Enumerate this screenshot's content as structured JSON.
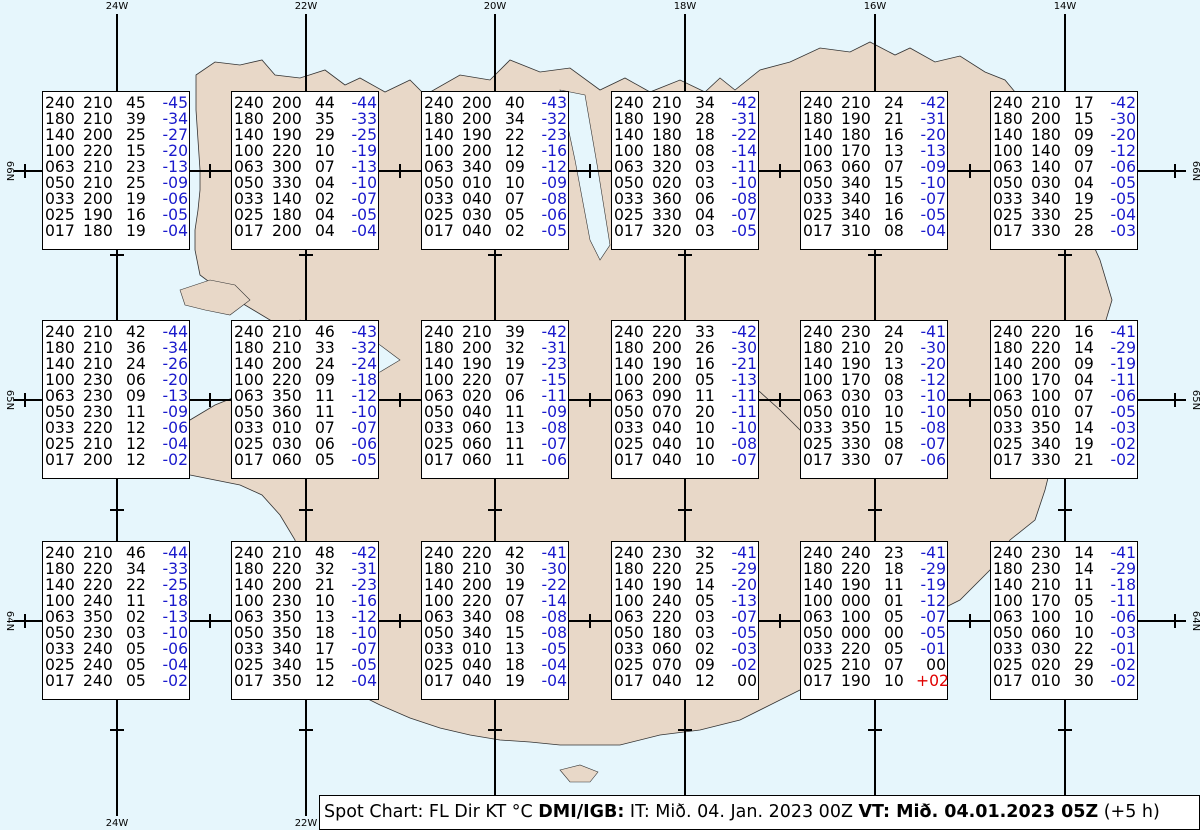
{
  "chart_data": {
    "type": "table",
    "title": "Spot Chart",
    "columns": [
      "FL",
      "Dir",
      "KT",
      "°C"
    ],
    "longitude_labels": [
      "24W",
      "22W",
      "20W",
      "18W",
      "16W",
      "14W"
    ],
    "latitude_labels": [
      "66N",
      "65N",
      "64N"
    ],
    "spots": [
      {
        "lat": "66N",
        "lon": "24W",
        "rows": [
          [
            "240",
            "210",
            "45",
            "-45"
          ],
          [
            "180",
            "210",
            "39",
            "-34"
          ],
          [
            "140",
            "200",
            "25",
            "-27"
          ],
          [
            "100",
            "220",
            "15",
            "-20"
          ],
          [
            "063",
            "210",
            "23",
            "-13"
          ],
          [
            "050",
            "210",
            "25",
            "-09"
          ],
          [
            "033",
            "200",
            "19",
            "-06"
          ],
          [
            "025",
            "190",
            "16",
            "-05"
          ],
          [
            "017",
            "180",
            "19",
            "-04"
          ]
        ]
      },
      {
        "lat": "66N",
        "lon": "22W",
        "rows": [
          [
            "240",
            "200",
            "44",
            "-44"
          ],
          [
            "180",
            "200",
            "35",
            "-33"
          ],
          [
            "140",
            "190",
            "29",
            "-25"
          ],
          [
            "100",
            "220",
            "10",
            "-19"
          ],
          [
            "063",
            "300",
            "07",
            "-13"
          ],
          [
            "050",
            "330",
            "04",
            "-10"
          ],
          [
            "033",
            "140",
            "02",
            "-07"
          ],
          [
            "025",
            "180",
            "04",
            "-05"
          ],
          [
            "017",
            "200",
            "04",
            "-04"
          ]
        ]
      },
      {
        "lat": "66N",
        "lon": "20W",
        "rows": [
          [
            "240",
            "200",
            "40",
            "-43"
          ],
          [
            "180",
            "200",
            "34",
            "-32"
          ],
          [
            "140",
            "190",
            "22",
            "-23"
          ],
          [
            "100",
            "200",
            "12",
            "-16"
          ],
          [
            "063",
            "340",
            "09",
            "-12"
          ],
          [
            "050",
            "010",
            "10",
            "-09"
          ],
          [
            "033",
            "040",
            "07",
            "-08"
          ],
          [
            "025",
            "030",
            "05",
            "-06"
          ],
          [
            "017",
            "040",
            "02",
            "-05"
          ]
        ]
      },
      {
        "lat": "66N",
        "lon": "18W",
        "rows": [
          [
            "240",
            "210",
            "34",
            "-42"
          ],
          [
            "180",
            "190",
            "28",
            "-31"
          ],
          [
            "140",
            "180",
            "18",
            "-22"
          ],
          [
            "100",
            "180",
            "08",
            "-14"
          ],
          [
            "063",
            "320",
            "03",
            "-11"
          ],
          [
            "050",
            "020",
            "03",
            "-10"
          ],
          [
            "033",
            "360",
            "06",
            "-08"
          ],
          [
            "025",
            "330",
            "04",
            "-07"
          ],
          [
            "017",
            "320",
            "03",
            "-05"
          ]
        ]
      },
      {
        "lat": "66N",
        "lon": "16W",
        "rows": [
          [
            "240",
            "210",
            "24",
            "-42"
          ],
          [
            "180",
            "190",
            "21",
            "-31"
          ],
          [
            "140",
            "180",
            "16",
            "-20"
          ],
          [
            "100",
            "170",
            "13",
            "-13"
          ],
          [
            "063",
            "060",
            "07",
            "-09"
          ],
          [
            "050",
            "340",
            "15",
            "-10"
          ],
          [
            "033",
            "340",
            "16",
            "-07"
          ],
          [
            "025",
            "340",
            "16",
            "-05"
          ],
          [
            "017",
            "310",
            "08",
            "-04"
          ]
        ]
      },
      {
        "lat": "66N",
        "lon": "14W",
        "rows": [
          [
            "240",
            "210",
            "17",
            "-42"
          ],
          [
            "180",
            "200",
            "15",
            "-30"
          ],
          [
            "140",
            "180",
            "09",
            "-20"
          ],
          [
            "100",
            "140",
            "09",
            "-12"
          ],
          [
            "063",
            "140",
            "07",
            "-06"
          ],
          [
            "050",
            "030",
            "04",
            "-05"
          ],
          [
            "033",
            "340",
            "19",
            "-05"
          ],
          [
            "025",
            "330",
            "25",
            "-04"
          ],
          [
            "017",
            "330",
            "28",
            "-03"
          ]
        ]
      },
      {
        "lat": "65N",
        "lon": "24W",
        "rows": [
          [
            "240",
            "210",
            "42",
            "-44"
          ],
          [
            "180",
            "210",
            "36",
            "-34"
          ],
          [
            "140",
            "210",
            "24",
            "-26"
          ],
          [
            "100",
            "230",
            "06",
            "-20"
          ],
          [
            "063",
            "230",
            "09",
            "-13"
          ],
          [
            "050",
            "230",
            "11",
            "-09"
          ],
          [
            "033",
            "220",
            "12",
            "-06"
          ],
          [
            "025",
            "210",
            "12",
            "-04"
          ],
          [
            "017",
            "200",
            "12",
            "-02"
          ]
        ]
      },
      {
        "lat": "65N",
        "lon": "22W",
        "rows": [
          [
            "240",
            "210",
            "46",
            "-43"
          ],
          [
            "180",
            "210",
            "33",
            "-32"
          ],
          [
            "140",
            "200",
            "24",
            "-24"
          ],
          [
            "100",
            "220",
            "09",
            "-18"
          ],
          [
            "063",
            "350",
            "11",
            "-12"
          ],
          [
            "050",
            "360",
            "11",
            "-10"
          ],
          [
            "033",
            "010",
            "07",
            "-07"
          ],
          [
            "025",
            "030",
            "06",
            "-06"
          ],
          [
            "017",
            "060",
            "05",
            "-05"
          ]
        ]
      },
      {
        "lat": "65N",
        "lon": "20W",
        "rows": [
          [
            "240",
            "210",
            "39",
            "-42"
          ],
          [
            "180",
            "200",
            "32",
            "-31"
          ],
          [
            "140",
            "190",
            "19",
            "-23"
          ],
          [
            "100",
            "220",
            "07",
            "-15"
          ],
          [
            "063",
            "020",
            "06",
            "-11"
          ],
          [
            "050",
            "040",
            "11",
            "-09"
          ],
          [
            "033",
            "060",
            "13",
            "-08"
          ],
          [
            "025",
            "060",
            "11",
            "-07"
          ],
          [
            "017",
            "060",
            "11",
            "-06"
          ]
        ]
      },
      {
        "lat": "65N",
        "lon": "18W",
        "rows": [
          [
            "240",
            "220",
            "33",
            "-42"
          ],
          [
            "180",
            "200",
            "26",
            "-30"
          ],
          [
            "140",
            "190",
            "16",
            "-21"
          ],
          [
            "100",
            "200",
            "05",
            "-13"
          ],
          [
            "063",
            "090",
            "11",
            "-11"
          ],
          [
            "050",
            "070",
            "20",
            "-11"
          ],
          [
            "033",
            "040",
            "10",
            "-10"
          ],
          [
            "025",
            "040",
            "10",
            "-08"
          ],
          [
            "017",
            "040",
            "10",
            "-07"
          ]
        ]
      },
      {
        "lat": "65N",
        "lon": "16W",
        "rows": [
          [
            "240",
            "230",
            "24",
            "-41"
          ],
          [
            "180",
            "210",
            "20",
            "-30"
          ],
          [
            "140",
            "190",
            "13",
            "-20"
          ],
          [
            "100",
            "170",
            "08",
            "-12"
          ],
          [
            "063",
            "030",
            "03",
            "-10"
          ],
          [
            "050",
            "010",
            "10",
            "-10"
          ],
          [
            "033",
            "350",
            "15",
            "-08"
          ],
          [
            "025",
            "330",
            "08",
            "-07"
          ],
          [
            "017",
            "330",
            "07",
            "-06"
          ]
        ]
      },
      {
        "lat": "65N",
        "lon": "14W",
        "rows": [
          [
            "240",
            "220",
            "16",
            "-41"
          ],
          [
            "180",
            "220",
            "14",
            "-29"
          ],
          [
            "140",
            "200",
            "09",
            "-19"
          ],
          [
            "100",
            "170",
            "04",
            "-11"
          ],
          [
            "063",
            "100",
            "07",
            "-06"
          ],
          [
            "050",
            "010",
            "07",
            "-05"
          ],
          [
            "033",
            "350",
            "14",
            "-03"
          ],
          [
            "025",
            "340",
            "19",
            "-02"
          ],
          [
            "017",
            "330",
            "21",
            "-02"
          ]
        ]
      },
      {
        "lat": "64N",
        "lon": "24W",
        "rows": [
          [
            "240",
            "210",
            "46",
            "-44"
          ],
          [
            "180",
            "220",
            "34",
            "-33"
          ],
          [
            "140",
            "220",
            "22",
            "-25"
          ],
          [
            "100",
            "240",
            "11",
            "-18"
          ],
          [
            "063",
            "350",
            "02",
            "-13"
          ],
          [
            "050",
            "230",
            "03",
            "-10"
          ],
          [
            "033",
            "240",
            "05",
            "-06"
          ],
          [
            "025",
            "240",
            "05",
            "-04"
          ],
          [
            "017",
            "240",
            "05",
            "-02"
          ]
        ]
      },
      {
        "lat": "64N",
        "lon": "22W",
        "rows": [
          [
            "240",
            "210",
            "48",
            "-42"
          ],
          [
            "180",
            "220",
            "32",
            "-31"
          ],
          [
            "140",
            "200",
            "21",
            "-23"
          ],
          [
            "100",
            "230",
            "10",
            "-16"
          ],
          [
            "063",
            "350",
            "13",
            "-12"
          ],
          [
            "050",
            "350",
            "18",
            "-10"
          ],
          [
            "033",
            "340",
            "17",
            "-07"
          ],
          [
            "025",
            "340",
            "15",
            "-05"
          ],
          [
            "017",
            "350",
            "12",
            "-04"
          ]
        ]
      },
      {
        "lat": "64N",
        "lon": "20W",
        "rows": [
          [
            "240",
            "220",
            "42",
            "-41"
          ],
          [
            "180",
            "210",
            "30",
            "-30"
          ],
          [
            "140",
            "200",
            "19",
            "-22"
          ],
          [
            "100",
            "220",
            "07",
            "-14"
          ],
          [
            "063",
            "340",
            "08",
            "-08"
          ],
          [
            "050",
            "340",
            "15",
            "-08"
          ],
          [
            "033",
            "010",
            "13",
            "-05"
          ],
          [
            "025",
            "040",
            "18",
            "-04"
          ],
          [
            "017",
            "040",
            "19",
            "-04"
          ]
        ]
      },
      {
        "lat": "64N",
        "lon": "18W",
        "rows": [
          [
            "240",
            "230",
            "32",
            "-41"
          ],
          [
            "180",
            "220",
            "25",
            "-29"
          ],
          [
            "140",
            "190",
            "14",
            "-20"
          ],
          [
            "100",
            "240",
            "05",
            "-13"
          ],
          [
            "063",
            "220",
            "03",
            "-07"
          ],
          [
            "050",
            "180",
            "03",
            "-05"
          ],
          [
            "033",
            "060",
            "02",
            "-03"
          ],
          [
            "025",
            "070",
            "09",
            "-02"
          ],
          [
            "017",
            "040",
            "12",
            "00"
          ]
        ]
      },
      {
        "lat": "64N",
        "lon": "16W",
        "rows": [
          [
            "240",
            "240",
            "23",
            "-41"
          ],
          [
            "180",
            "220",
            "18",
            "-29"
          ],
          [
            "140",
            "190",
            "11",
            "-19"
          ],
          [
            "100",
            "000",
            "01",
            "-12"
          ],
          [
            "063",
            "100",
            "05",
            "-07"
          ],
          [
            "050",
            "000",
            "00",
            "-05"
          ],
          [
            "033",
            "220",
            "05",
            "-01"
          ],
          [
            "025",
            "210",
            "07",
            "00"
          ],
          [
            "017",
            "190",
            "10",
            "+02"
          ]
        ]
      },
      {
        "lat": "64N",
        "lon": "14W",
        "rows": [
          [
            "240",
            "230",
            "14",
            "-41"
          ],
          [
            "180",
            "230",
            "14",
            "-29"
          ],
          [
            "140",
            "210",
            "11",
            "-18"
          ],
          [
            "100",
            "170",
            "05",
            "-11"
          ],
          [
            "063",
            "100",
            "10",
            "-06"
          ],
          [
            "050",
            "060",
            "10",
            "-03"
          ],
          [
            "033",
            "030",
            "22",
            "-01"
          ],
          [
            "025",
            "020",
            "29",
            "-02"
          ],
          [
            "017",
            "010",
            "30",
            "-02"
          ]
        ]
      }
    ],
    "colors": {
      "negative": "#1a1acc",
      "positive": "#e00000",
      "land": "#e8d8c8",
      "sea": "#e6f6fc"
    },
    "grid": true
  },
  "legend": {
    "prefix": "Spot Chart: FL Dir KT °C ",
    "source": "DMI/IGB:",
    "issue": " IT: Mið. 04. Jan. 2023 00Z ",
    "valid": "VT: Mið. 04.01.2023 05Z",
    "offset": " (+5 h)"
  }
}
